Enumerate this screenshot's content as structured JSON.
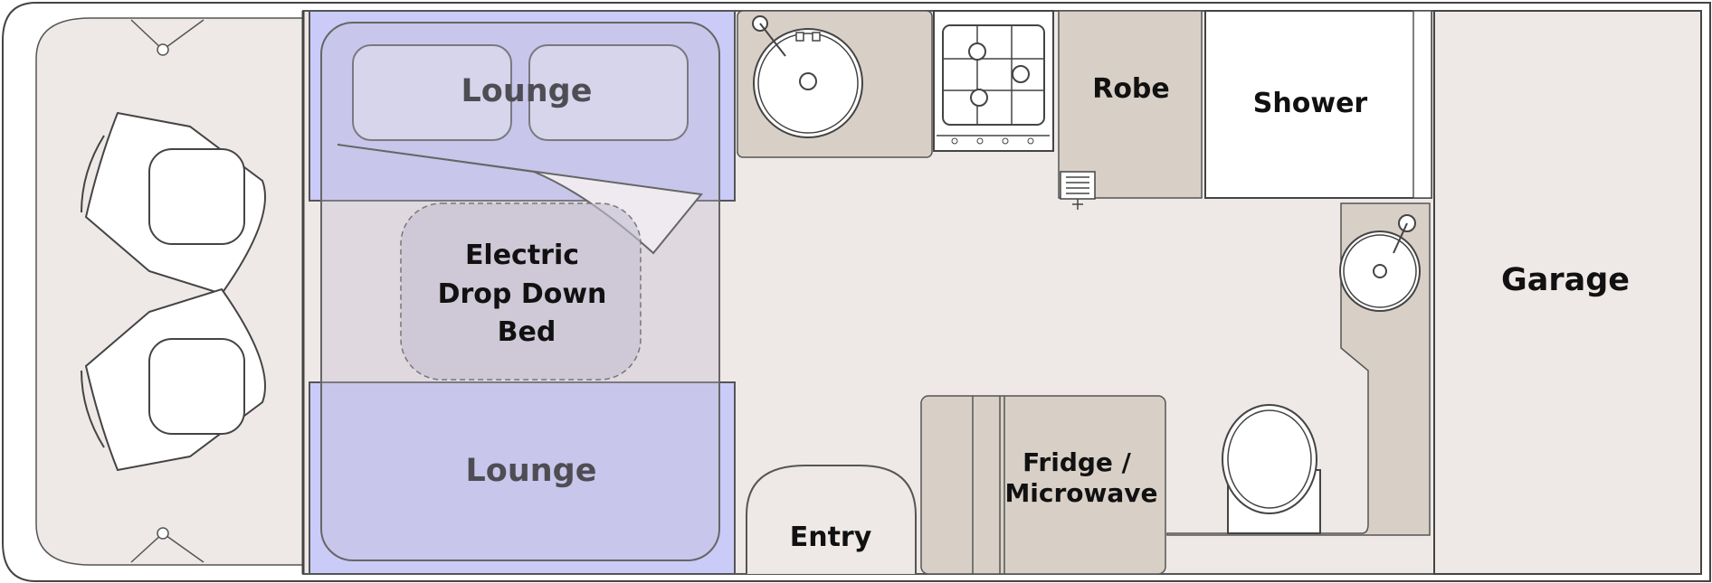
{
  "floorplan": {
    "labels": {
      "lounge_top": "Lounge",
      "bed_line1": "Electric",
      "bed_line2": "Drop Down",
      "bed_line3": "Bed",
      "lounge_bottom": "Lounge",
      "robe": "Robe",
      "shower": "Shower",
      "garage": "Garage",
      "fridge_line1": "Fridge /",
      "fridge_line2": "Microwave",
      "entry": "Entry"
    },
    "colors": {
      "background": "#ffffff",
      "floor": "#eee9e6",
      "cabinetry": "#d8d0c7",
      "lounge_fill": "#cbcbf8",
      "cushion_fill": "#e2e2fa",
      "bed_overlay": "#c4bed2",
      "outline": "#444444",
      "text": "#111111"
    },
    "icons": [
      "cab-seat-icon",
      "kitchen-sink-icon",
      "gas-cooktop-icon",
      "toilet-icon",
      "bathroom-basin-icon",
      "water-heater-icon"
    ]
  }
}
